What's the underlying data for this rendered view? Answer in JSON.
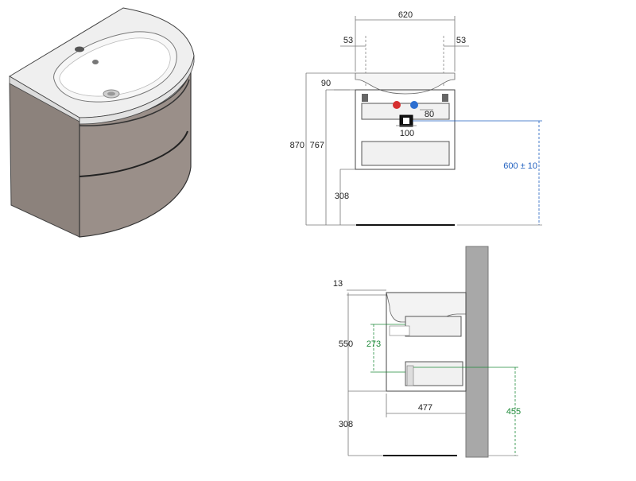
{
  "product_view": {
    "body_color": "#9a8f89",
    "top_color": "#efefef",
    "basin_color": "#f7f7f7"
  },
  "front_view": {
    "width": "620",
    "left_offset": "53",
    "right_offset": "53",
    "top_thickness": "90",
    "total_height": "870",
    "cabinet_height": "767",
    "siphon_to_tap": "80",
    "drain_width": "100",
    "floor_clearance": "308",
    "mount_height": "600 ± 10",
    "mount_color": "#1f5fbf"
  },
  "side_view": {
    "top_thickness": "13",
    "cabinet_height": "550",
    "drawer_gap": "273",
    "floor_clearance": "308",
    "depth": "477",
    "rail_height": "455",
    "green_color": "#1f8a3a",
    "wall_color": "#a8a8a8"
  }
}
